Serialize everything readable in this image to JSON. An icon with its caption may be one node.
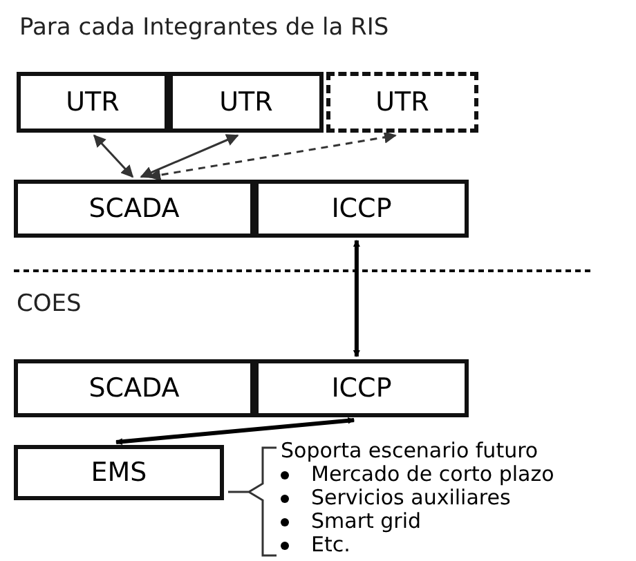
{
  "diagram": {
    "title": "Para cada Integrantes de la RIS",
    "nodes": [
      {
        "text": [
          "UTR"
        ]
      },
      {
        "text": [
          "UTR"
        ]
      },
      {
        "text": [
          "UTR"
        ]
      },
      {
        "text": [
          "SCADA"
        ]
      },
      {
        "text": [
          "ICCP"
        ]
      },
      {
        "text": [
          "SCADA"
        ]
      },
      {
        "text": [
          "ICCP"
        ]
      },
      {
        "text": [
          "EMS"
        ]
      }
    ],
    "edges": [
      {
        "from": 3,
        "to": 0,
        "arrow": "both"
      },
      {
        "from": 3,
        "to": 1,
        "arrow": "both"
      },
      {
        "from": 3,
        "to": 2,
        "arrow": "both",
        "style": "dashed"
      },
      {
        "from": 4,
        "to": 6,
        "arrow": "both",
        "style": "thick"
      },
      {
        "from": 6,
        "to": 7,
        "arrow": "both",
        "style": "thick"
      }
    ],
    "labels": [
      "COES",
      "Soporta escenario futuro",
      "Mercado de corto plazo",
      "Servicios auxiliares",
      "Smart grid",
      "Etc."
    ]
  }
}
